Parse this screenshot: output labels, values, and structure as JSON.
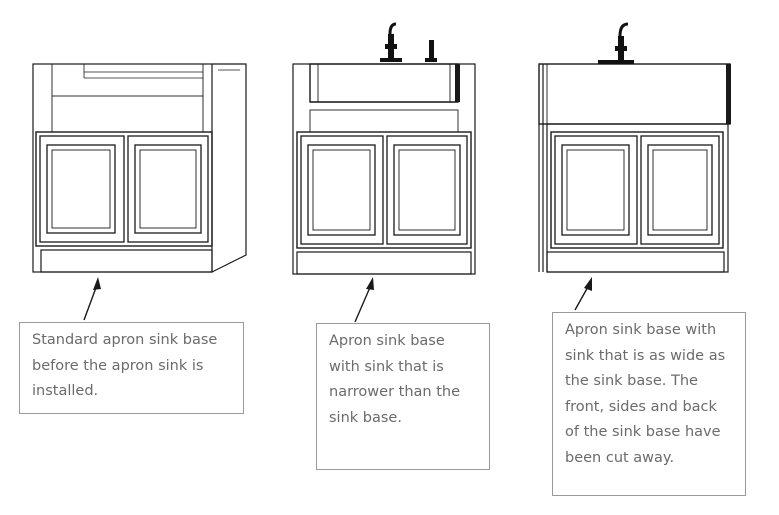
{
  "callouts": [
    {
      "text": "Standard apron sink base\nbefore the apron sink is\ninstalled."
    },
    {
      "text": "Apron sink base\nwith sink that is\nnarrower than the\nsink base."
    },
    {
      "text": "Apron sink base with\nsink that is as wide as\nthe sink base.  The\nfront, sides and back\nof the sink base have\nbeen cut away."
    }
  ]
}
